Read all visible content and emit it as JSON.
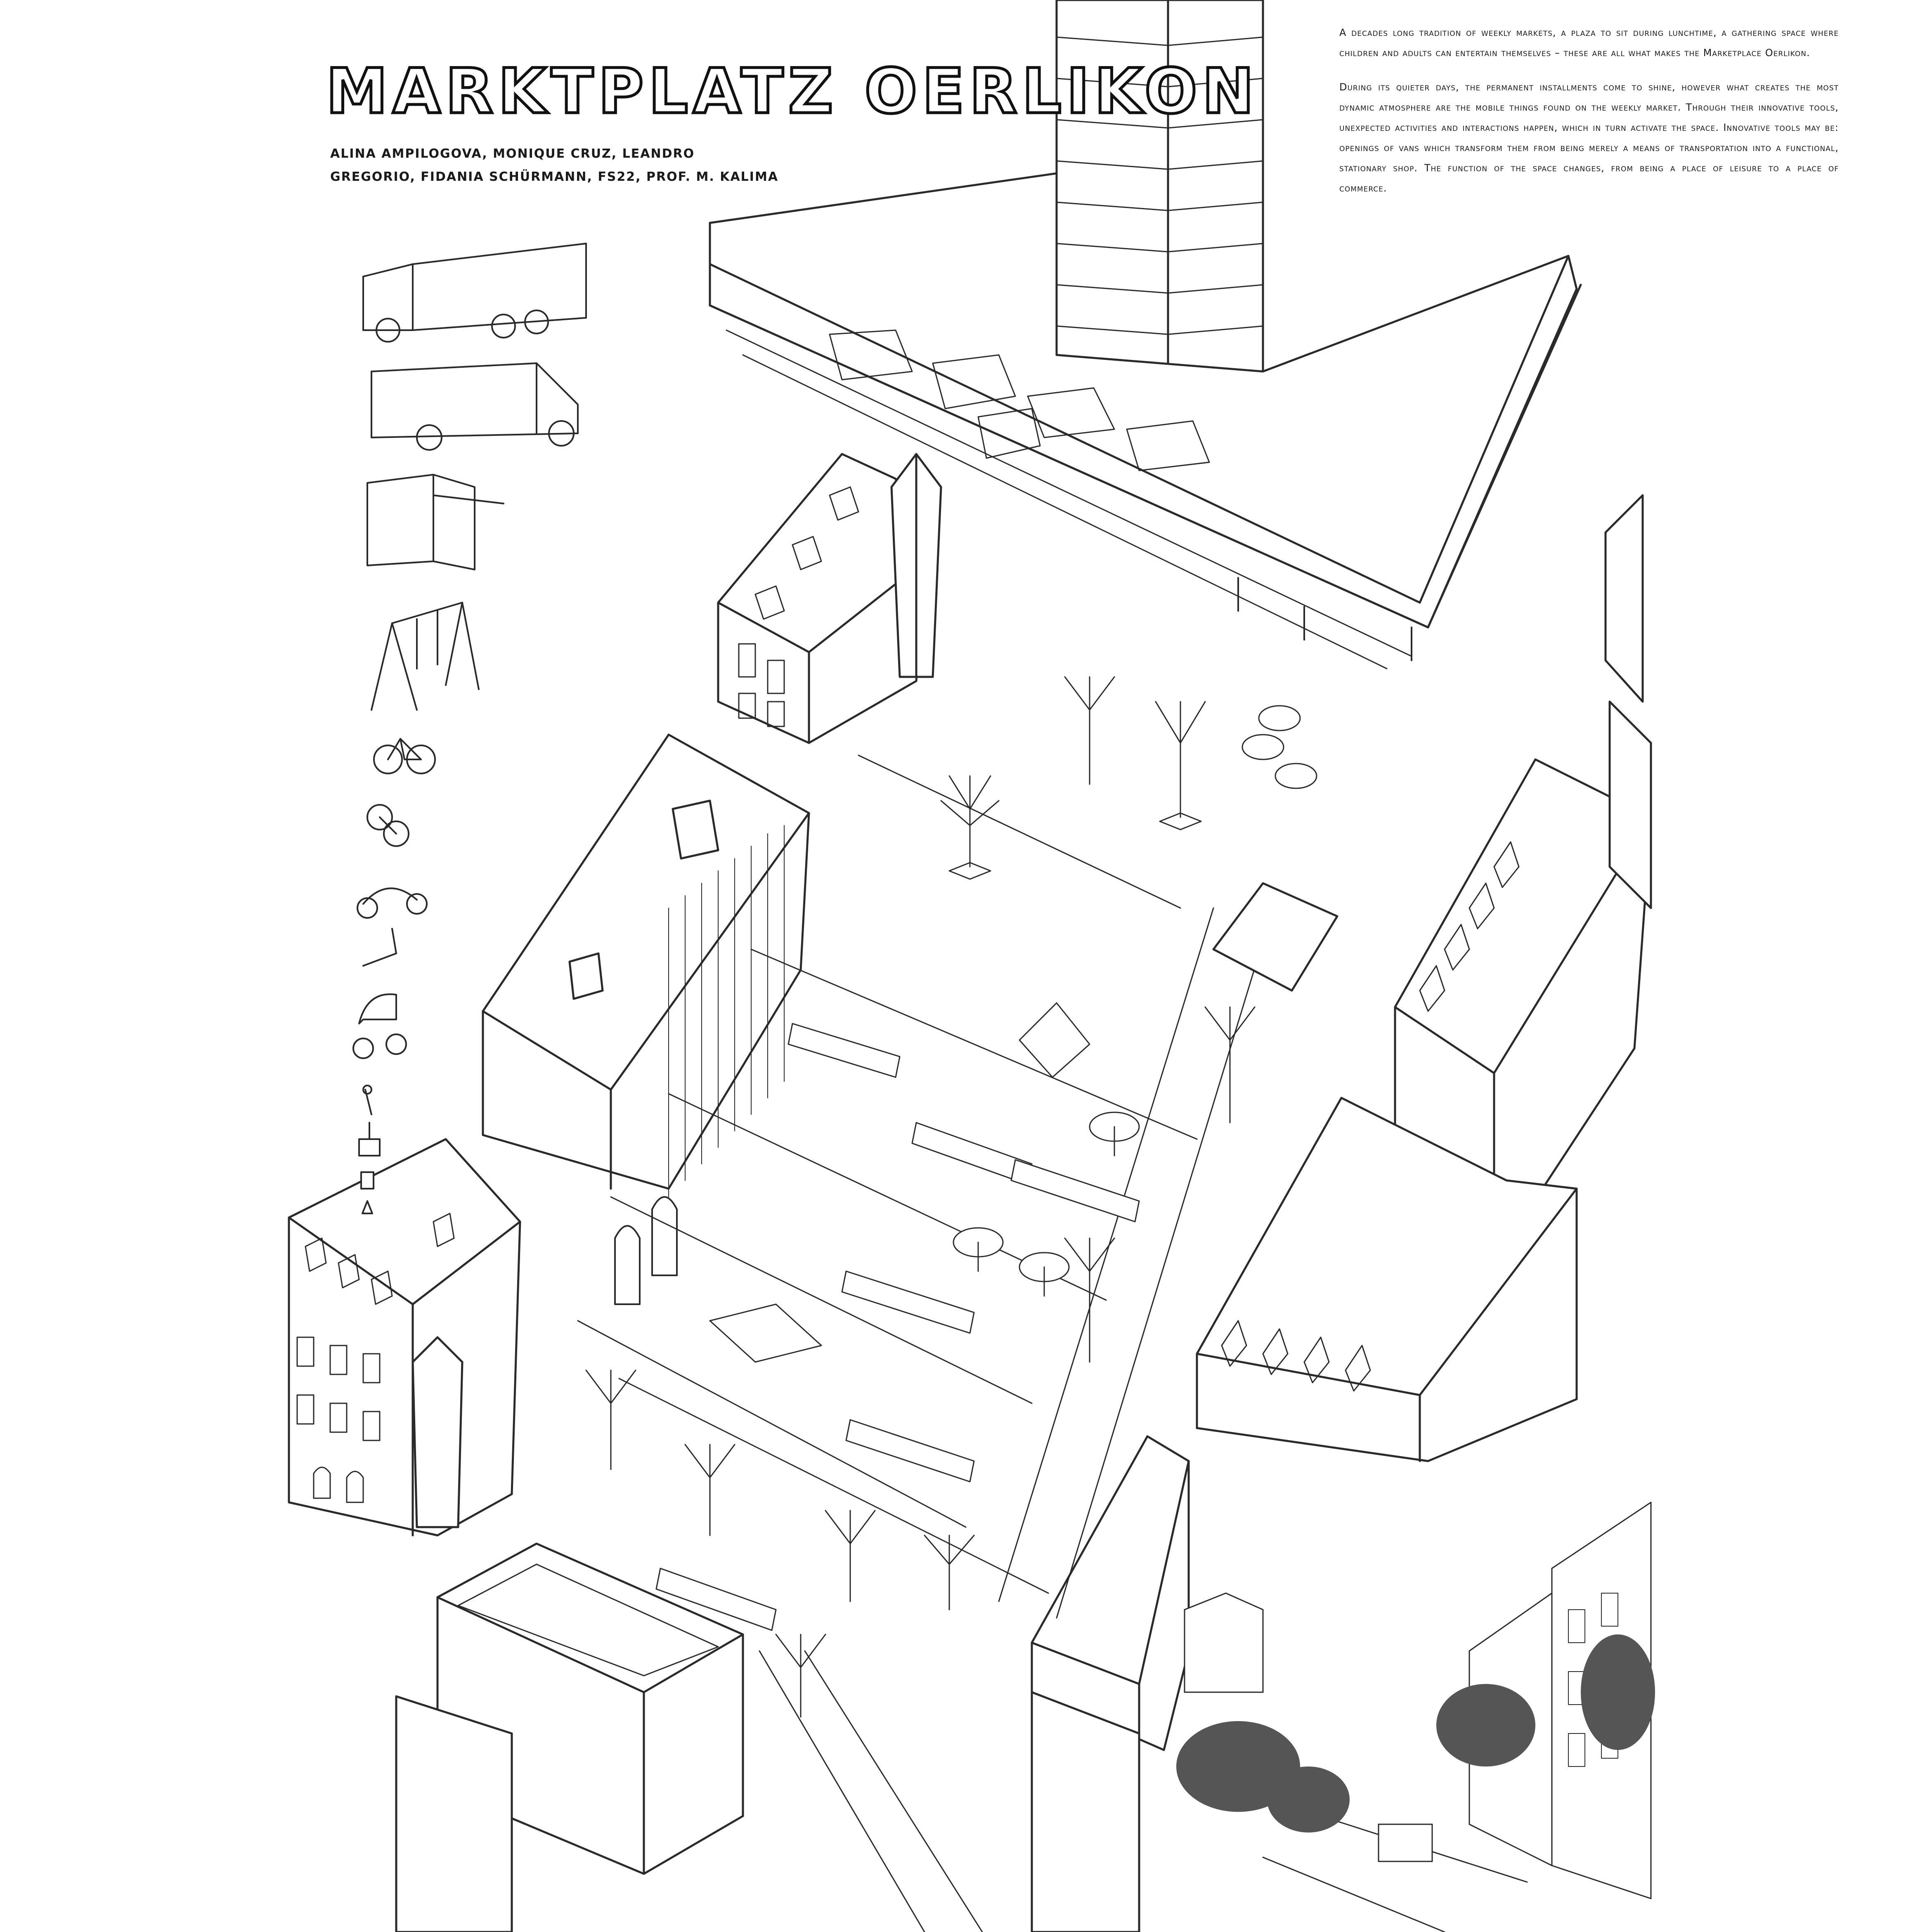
{
  "title": "MARKTPLATZ OERLIKON",
  "credits": "ALINA AMPILOGOVA, MONIQUE CRUZ, LEANDRO GREGORIO, FIDANIA SCHÜRMANN, FS22, PROF. M. KALIMA",
  "description": [
    "A decades long tradition of weekly markets, a plaza to sit during lunchtime, a gathering space where children and adults can entertain themselves – these are all what makes the Marketplace Oerlikon.",
    "During its quieter days, the permanent installments come to shine, however what creates the most dynamic atmosphere are the mobile things found on the weekly market. Through their innovative tools, unexpected activities and interactions happen, which in turn activate the space. Innovative tools may be: openings of vans which transform them from being merely a means of transportation into a functional, stationary shop. The function of the space changes, from being a place of leisure to a place of commerce."
  ],
  "icons": [
    "market-truck-icon",
    "van-icon",
    "kiosk-icon",
    "swing-icon",
    "bicycle-icon",
    "cargo-bike-icon",
    "scooter-icon",
    "kick-scooter-icon",
    "stroller-icon",
    "trolley-icon",
    "bollard-icon"
  ],
  "colors": {
    "ink": "#1a1a1a",
    "paper": "#ffffff"
  }
}
